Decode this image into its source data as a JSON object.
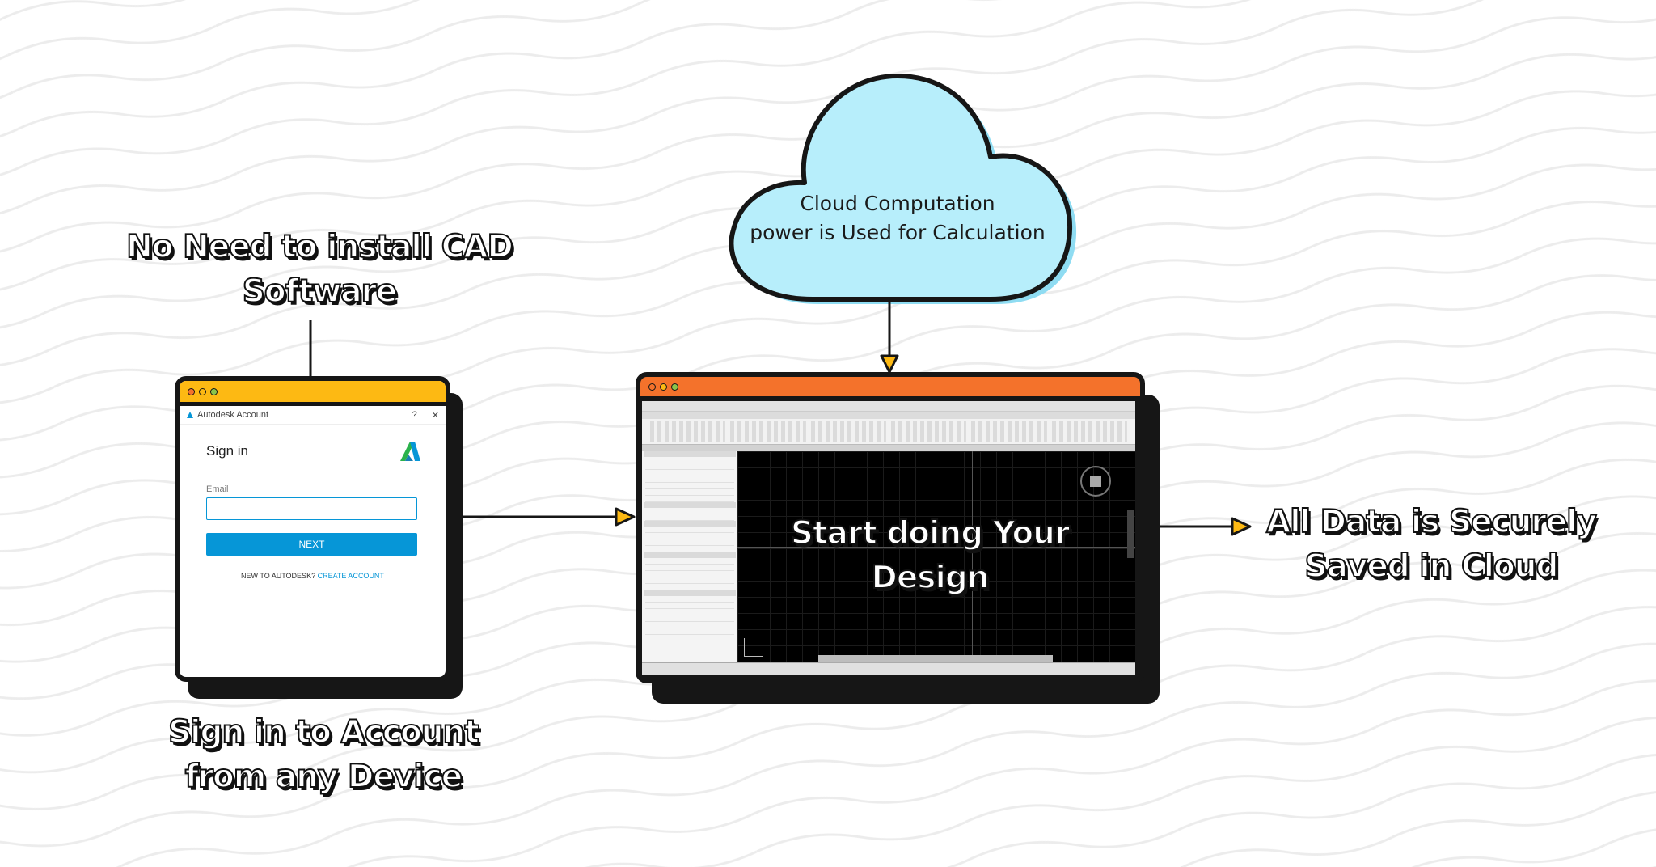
{
  "colors": {
    "login_bar": "#fdb913",
    "cad_bar": "#f4722b",
    "cloud_fill": "#b7eefb",
    "accent_blue": "#0696d7",
    "arrow_fill": "#fdb913",
    "outline": "#161616"
  },
  "labels": {
    "no_install": [
      "No Need to install CAD",
      "Software"
    ],
    "sign_in_device": [
      "Sign in to Account",
      "from any Device"
    ],
    "cloud": [
      "Cloud Computation",
      "power is Used for Calculation"
    ],
    "start_design": [
      "Start doing Your",
      "Design"
    ],
    "secure": [
      "All Data is Securely",
      "Saved in Cloud"
    ]
  },
  "login_window": {
    "title": "Autodesk Account",
    "help_icon": "?",
    "close_icon": "✕",
    "heading": "Sign in",
    "logo": "autodesk-logo-icon",
    "email_label": "Email",
    "email_value": "",
    "next_label": "NEXT",
    "new_text": "NEW TO AUTODESK?",
    "create_link": "CREATE ACCOUNT"
  },
  "cad_window": {
    "app": "autocad-screen-icon"
  }
}
